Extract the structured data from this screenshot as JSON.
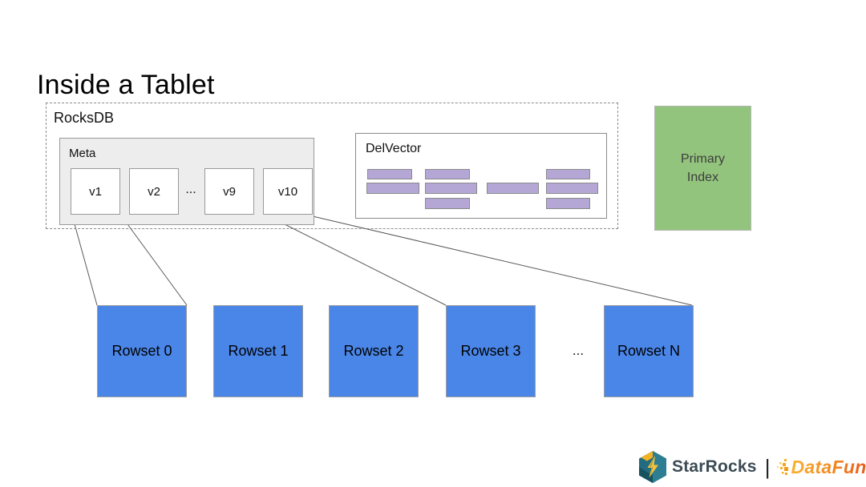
{
  "title": "Inside a Tablet",
  "rocksdb": {
    "label": "RocksDB",
    "meta": {
      "label": "Meta",
      "ellipsis": "...",
      "versions": [
        "v1",
        "v2",
        "v9",
        "v10"
      ]
    },
    "delvector": {
      "label": "DelVector"
    }
  },
  "primary_index": {
    "label": "Primary Index"
  },
  "rowsets": {
    "ellipsis": "...",
    "items": [
      "Rowset 0",
      "Rowset 1",
      "Rowset 2",
      "Rowset 3",
      "Rowset N"
    ]
  },
  "footer": {
    "starrocks_label": "StarRocks",
    "separator": "|",
    "datafun_label": "DataFun."
  },
  "colors": {
    "rowset_blue": "#4a86e8",
    "primary_index_green": "#93c47d",
    "delvector_purple": "#b4a7d6",
    "meta_gray": "#ededed"
  }
}
